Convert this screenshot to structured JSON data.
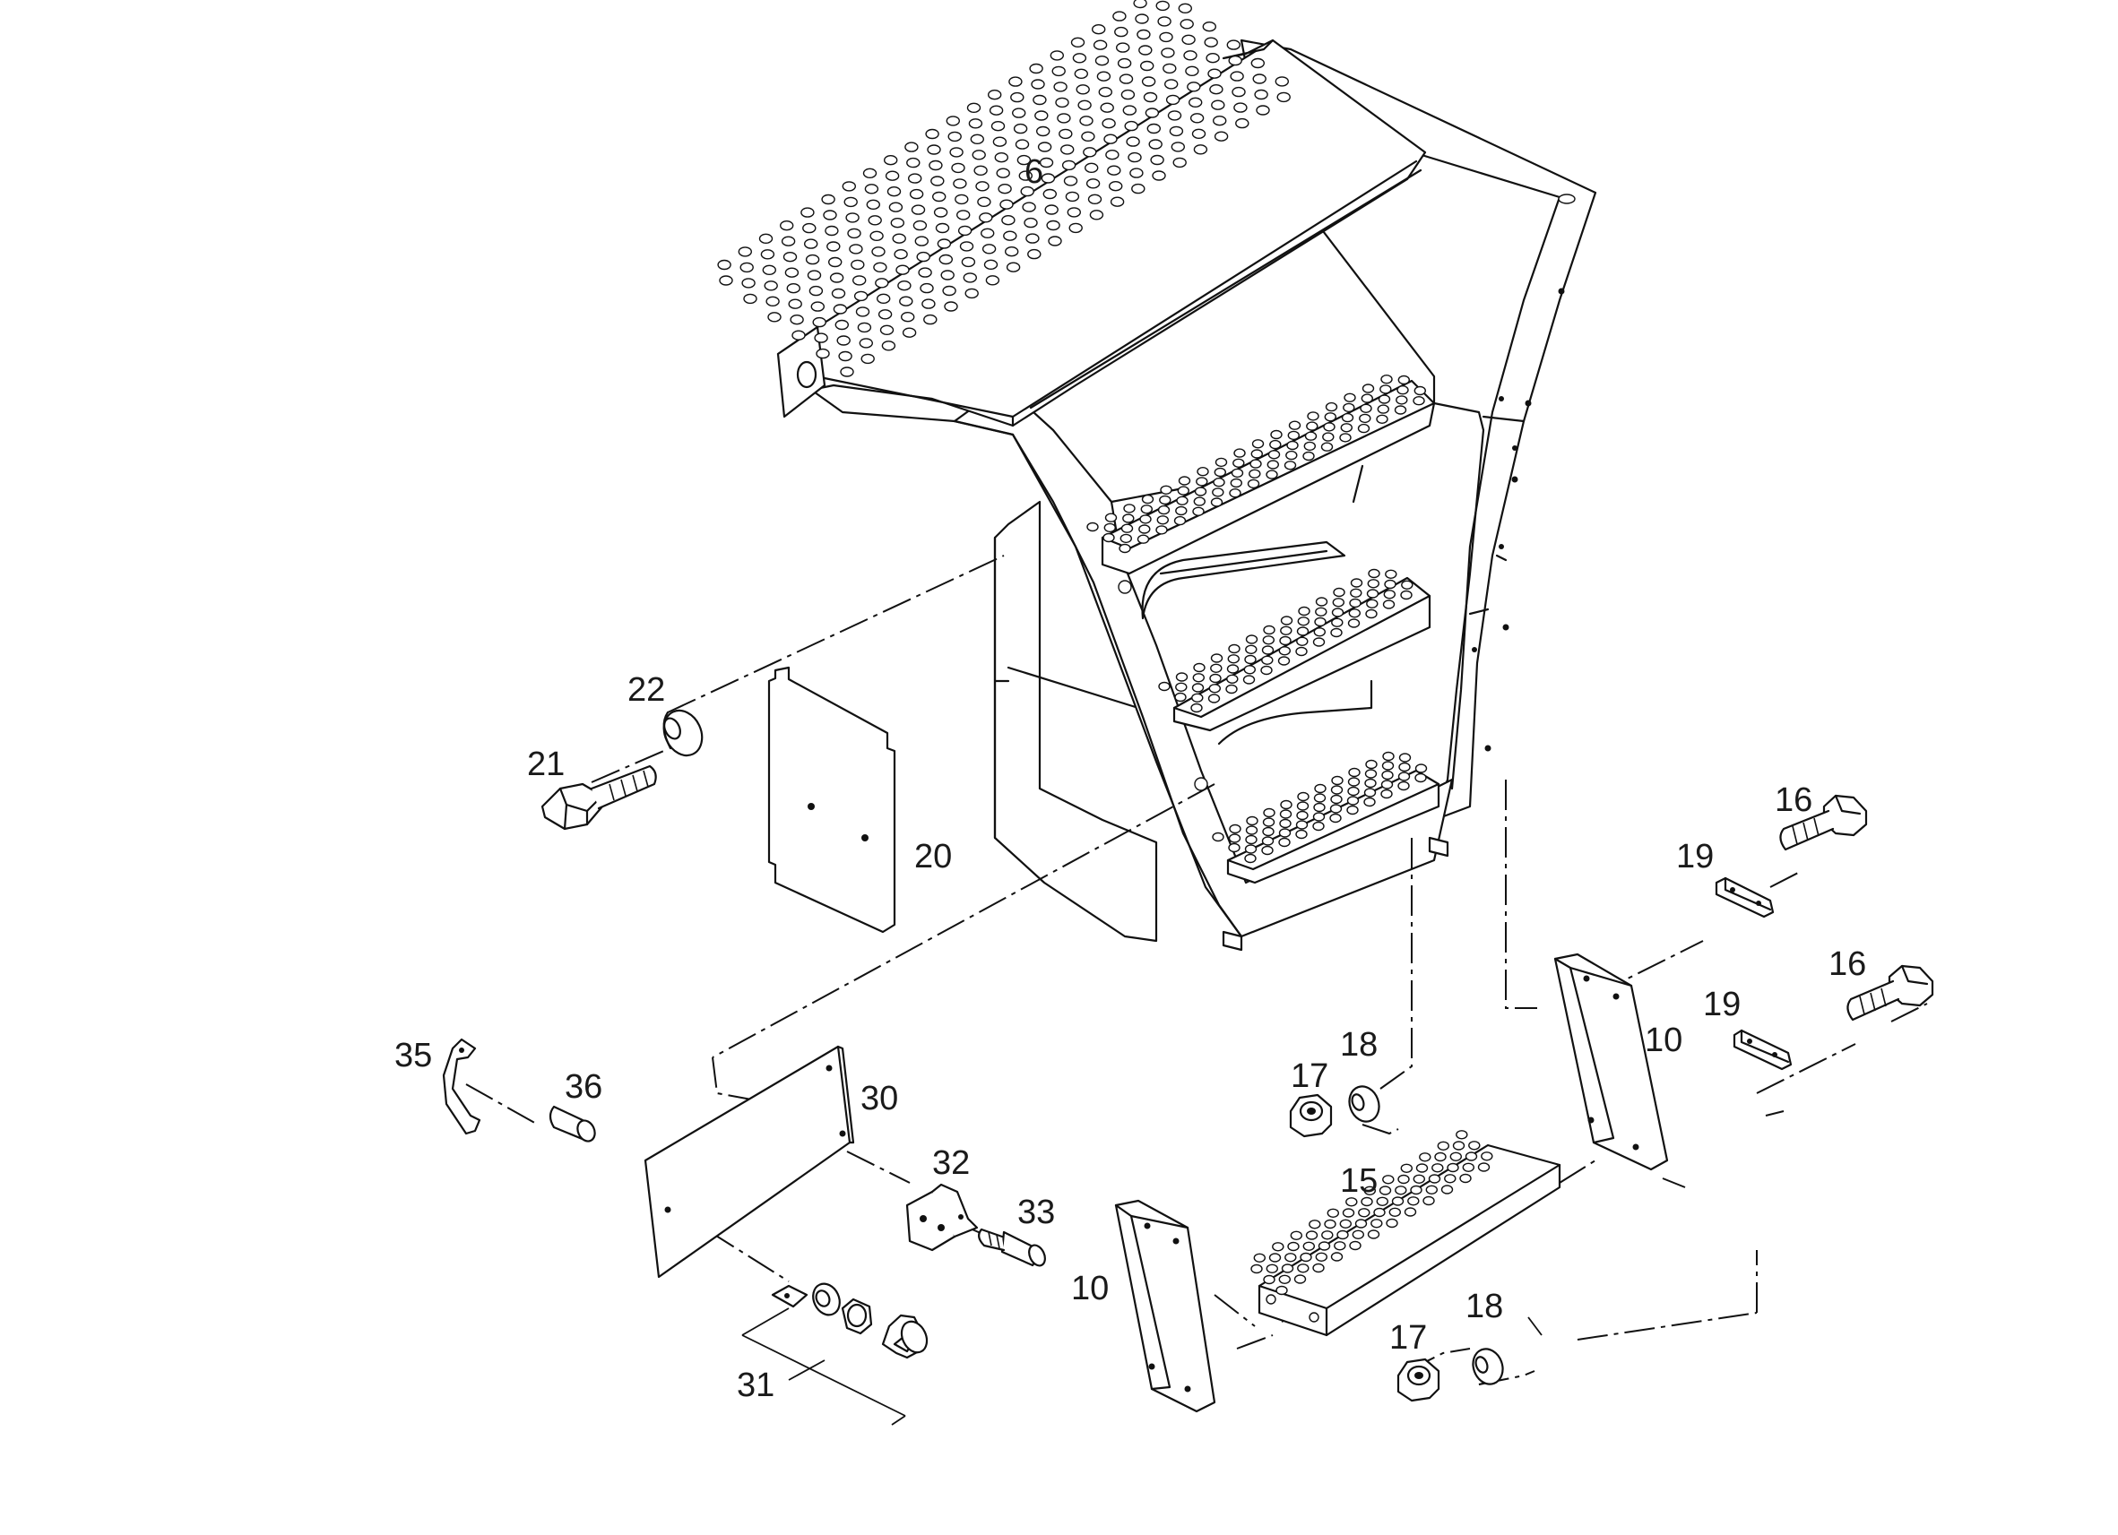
{
  "diagram": {
    "callouts": [
      {
        "id": "c6",
        "text": "6"
      },
      {
        "id": "c22",
        "text": "22"
      },
      {
        "id": "c21",
        "text": "21"
      },
      {
        "id": "c20",
        "text": "20"
      },
      {
        "id": "c16a",
        "text": "16"
      },
      {
        "id": "c19a",
        "text": "19"
      },
      {
        "id": "c16b",
        "text": "16"
      },
      {
        "id": "c19b",
        "text": "19"
      },
      {
        "id": "c10a",
        "text": "10"
      },
      {
        "id": "c18a",
        "text": "18"
      },
      {
        "id": "c17a",
        "text": "17"
      },
      {
        "id": "c35",
        "text": "35"
      },
      {
        "id": "c36",
        "text": "36"
      },
      {
        "id": "c30",
        "text": "30"
      },
      {
        "id": "c32",
        "text": "32"
      },
      {
        "id": "c33",
        "text": "33"
      },
      {
        "id": "c15",
        "text": "15"
      },
      {
        "id": "c10b",
        "text": "10"
      },
      {
        "id": "c18b",
        "text": "18"
      },
      {
        "id": "c17b",
        "text": "17"
      },
      {
        "id": "c31",
        "text": "31"
      }
    ]
  }
}
